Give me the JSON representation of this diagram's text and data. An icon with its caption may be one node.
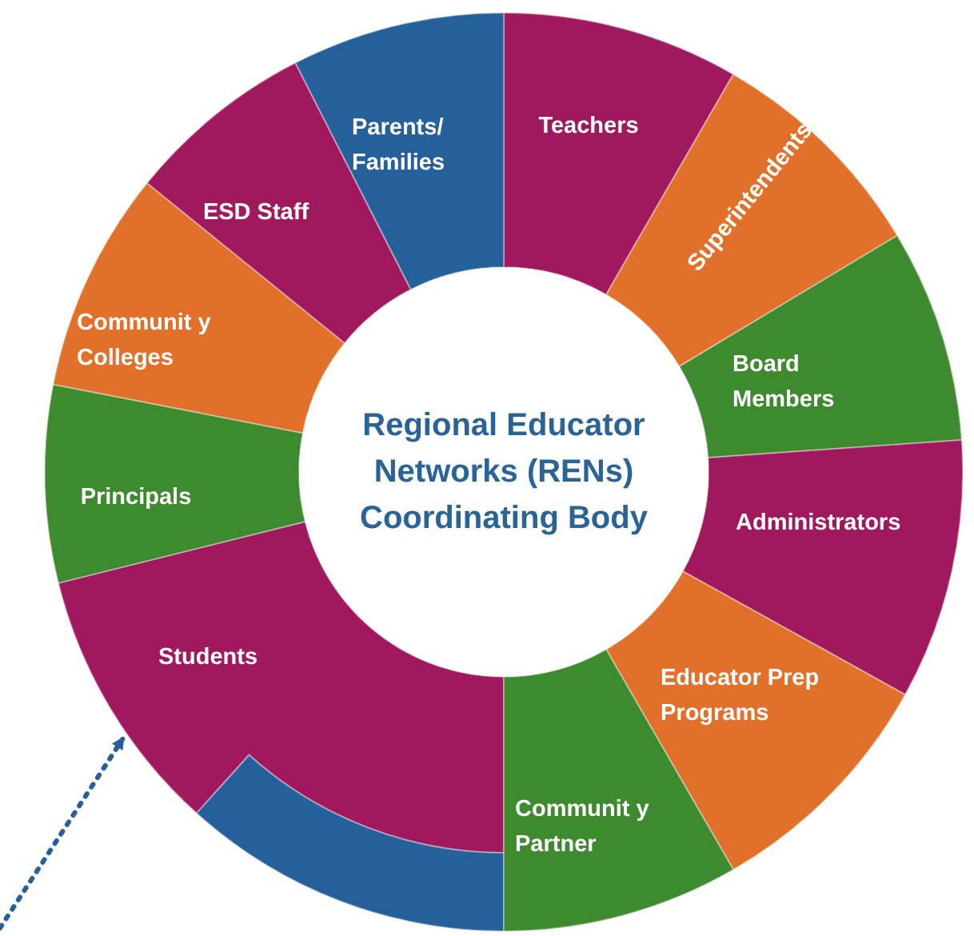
{
  "diagram": {
    "nodes": [
      {
        "text": [
          "Regional Educator Networks (RENs) Coordinating Body"
        ]
      },
      {
        "text": [
          "Teachers"
        ]
      },
      {
        "text": [
          "Superintendents"
        ]
      },
      {
        "text": [
          "Board Members"
        ]
      },
      {
        "text": [
          "Administrators"
        ]
      },
      {
        "text": [
          "Educator Prep Programs"
        ]
      },
      {
        "text": [
          "Communit y Partner"
        ]
      },
      {
        "text": [],
        "shape": "wedge"
      },
      {
        "text": [
          "Students"
        ]
      },
      {
        "text": [
          "Principals"
        ]
      },
      {
        "text": [
          "Communit y Colleges"
        ]
      },
      {
        "text": [
          "ESD Staff"
        ]
      },
      {
        "text": [
          "Parents/ Families"
        ]
      }
    ],
    "edges": [
      {
        "from": null,
        "to": 8,
        "arrow": "to",
        "style": "dashed"
      }
    ]
  }
}
